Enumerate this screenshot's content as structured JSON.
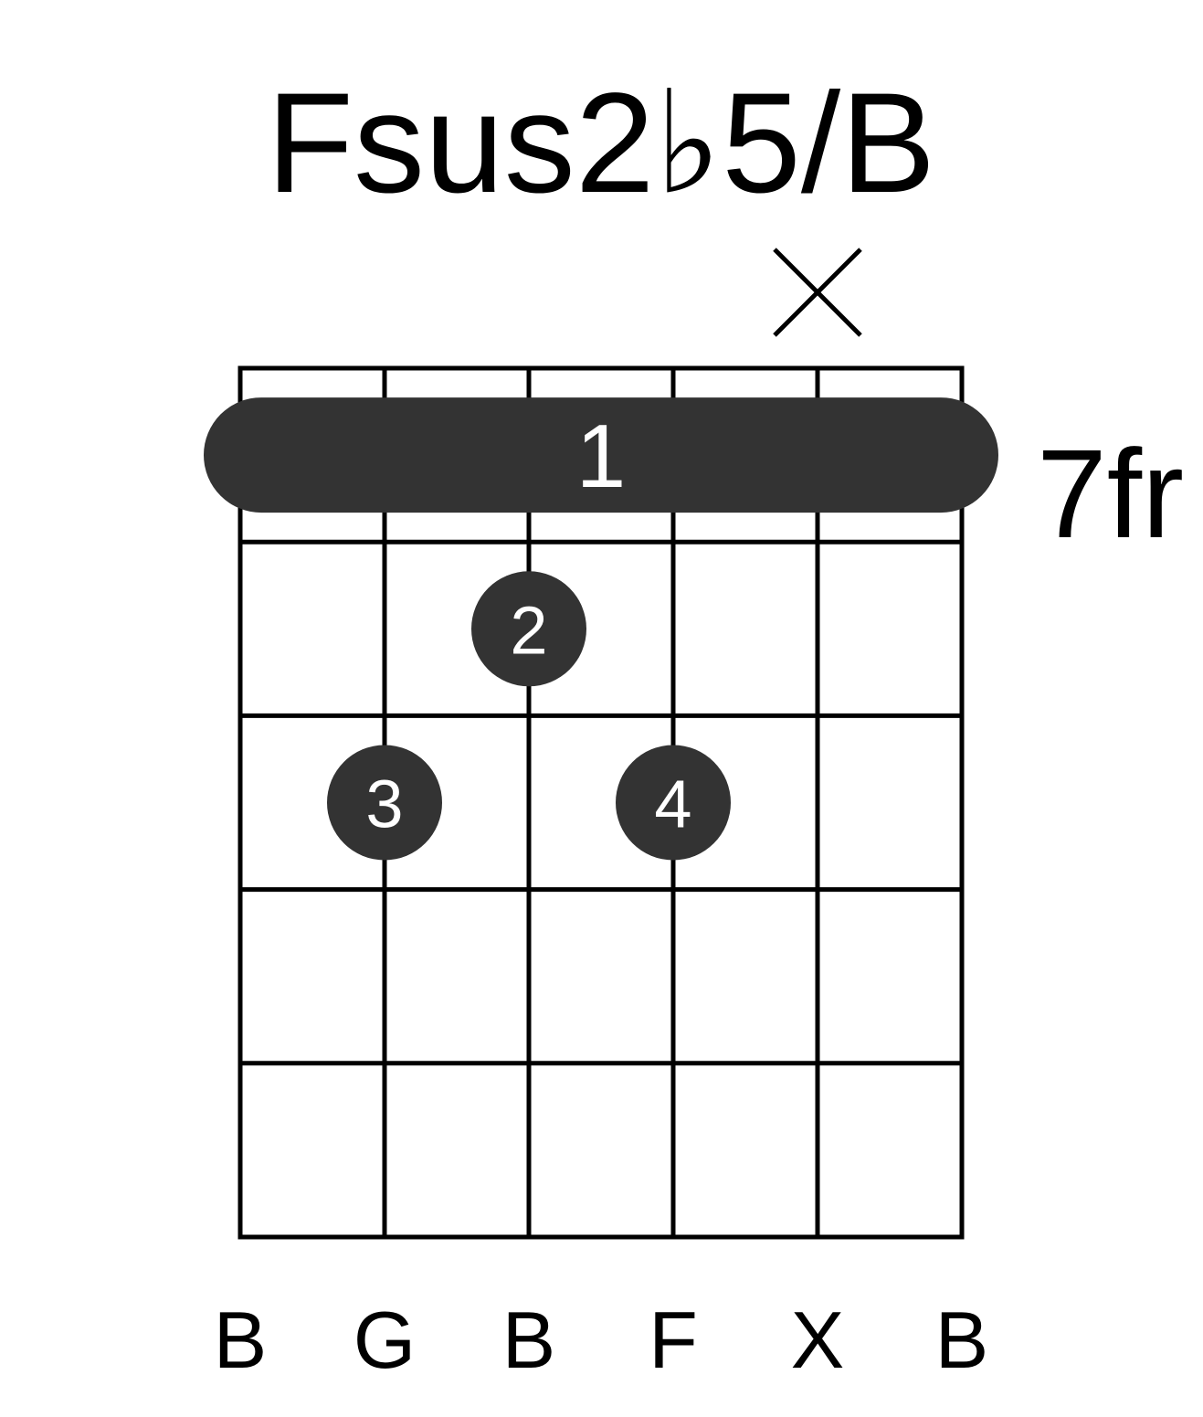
{
  "chord": {
    "name": "Fsus2♭5/B",
    "base_fret_label": "7fr"
  },
  "colors": {
    "ink": "#000000",
    "dot": "#333333",
    "dot_text": "#ffffff",
    "background": "#ffffff"
  },
  "diagram": {
    "string_count": 6,
    "fret_rows": 5,
    "string_labels": [
      "B",
      "G",
      "B",
      "F",
      "X",
      "B"
    ],
    "muted_strings": [
      5
    ],
    "barre": {
      "fret": 1,
      "from_string": 1,
      "to_string": 6,
      "finger": "1"
    },
    "fingers": [
      {
        "string": 3,
        "fret": 2,
        "finger": "2"
      },
      {
        "string": 2,
        "fret": 3,
        "finger": "3"
      },
      {
        "string": 4,
        "fret": 3,
        "finger": "4"
      }
    ]
  }
}
